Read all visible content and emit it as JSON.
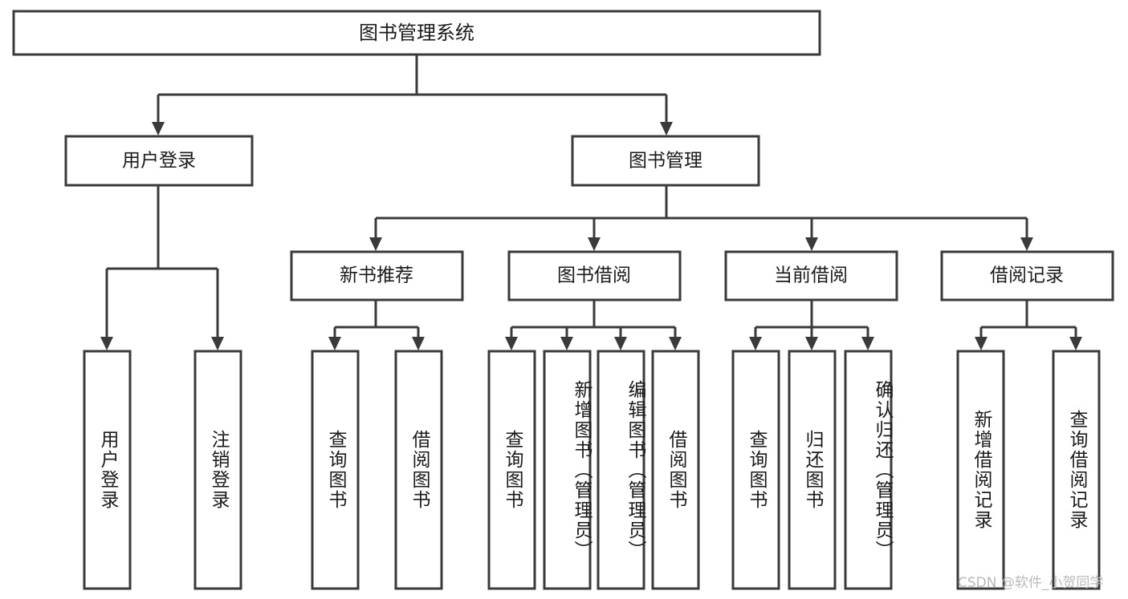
{
  "diagram": {
    "title": "图书管理系统",
    "type": "hierarchy-tree",
    "root": {
      "id": "root",
      "label": "图书管理系统",
      "orientation": "horizontal"
    },
    "level2": [
      {
        "id": "user-login",
        "label": "用户登录",
        "orientation": "horizontal"
      },
      {
        "id": "book-management",
        "label": "图书管理",
        "orientation": "horizontal"
      }
    ],
    "level3": [
      {
        "id": "new-book-recommend",
        "label": "新书推荐",
        "parent": "book-management",
        "orientation": "horizontal"
      },
      {
        "id": "book-borrow",
        "label": "图书借阅",
        "parent": "book-management",
        "orientation": "horizontal"
      },
      {
        "id": "current-borrow",
        "label": "当前借阅",
        "parent": "book-management",
        "orientation": "horizontal"
      },
      {
        "id": "borrow-record",
        "label": "借阅记录",
        "parent": "book-management",
        "orientation": "horizontal"
      }
    ],
    "leaves": [
      {
        "id": "leaf-user-login",
        "label": "用户登录",
        "parent": "user-login",
        "orientation": "vertical"
      },
      {
        "id": "leaf-logout-login",
        "label": "注销登录",
        "parent": "user-login",
        "orientation": "vertical"
      },
      {
        "id": "leaf-query-book-1",
        "label": "查询图书",
        "parent": "new-book-recommend",
        "orientation": "vertical"
      },
      {
        "id": "leaf-borrow-book-1",
        "label": "借阅图书",
        "parent": "new-book-recommend",
        "orientation": "vertical"
      },
      {
        "id": "leaf-query-book-2",
        "label": "查询图书",
        "parent": "book-borrow",
        "orientation": "vertical"
      },
      {
        "id": "leaf-add-book",
        "label": "新增图书（管理员）",
        "parent": "book-borrow",
        "orientation": "vertical"
      },
      {
        "id": "leaf-edit-book",
        "label": "编辑图书（管理员）",
        "parent": "book-borrow",
        "orientation": "vertical"
      },
      {
        "id": "leaf-borrow-book-2",
        "label": "借阅图书",
        "parent": "book-borrow",
        "orientation": "vertical"
      },
      {
        "id": "leaf-query-book-3",
        "label": "查询图书",
        "parent": "current-borrow",
        "orientation": "vertical"
      },
      {
        "id": "leaf-return-book",
        "label": "归还图书",
        "parent": "current-borrow",
        "orientation": "vertical"
      },
      {
        "id": "leaf-confirm-return",
        "label": "确认归还（管理员）",
        "parent": "current-borrow",
        "orientation": "vertical"
      },
      {
        "id": "leaf-add-record",
        "label": "新增借阅记录",
        "parent": "borrow-record",
        "orientation": "vertical"
      },
      {
        "id": "leaf-query-record",
        "label": "查询借阅记录",
        "parent": "borrow-record",
        "orientation": "vertical"
      }
    ],
    "watermark": "CSDN @软件_小贺同学",
    "colors": {
      "background": "#ffffff",
      "box_fill": "#ffffff",
      "box_stroke": "#3a3a3a",
      "text": "#1a1a1a",
      "connector": "#3a3a3a",
      "watermark": "#b9b9b9"
    }
  }
}
